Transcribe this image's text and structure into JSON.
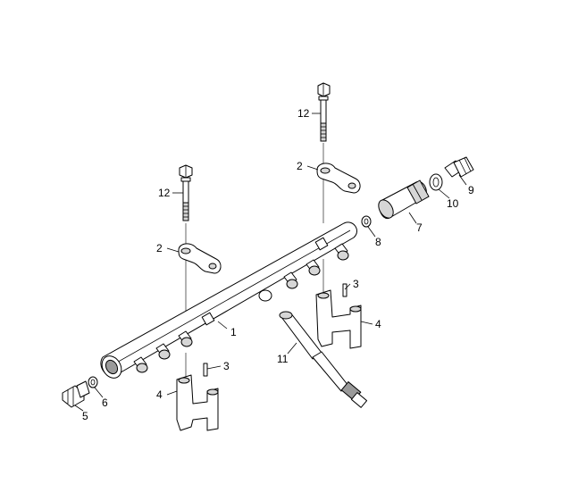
{
  "callouts": {
    "c1": "1",
    "c2a": "2",
    "c2b": "2",
    "c3a": "3",
    "c3b": "3",
    "c4a": "4",
    "c4b": "4",
    "c5": "5",
    "c6": "6",
    "c7": "7",
    "c8": "8",
    "c9": "9",
    "c10": "10",
    "c11": "11",
    "c12a": "12",
    "c12b": "12"
  }
}
